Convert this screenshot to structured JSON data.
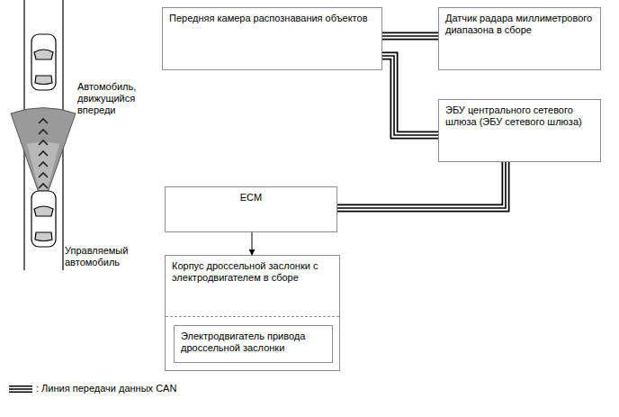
{
  "diagram": {
    "nodes": [
      {
        "text": [
          "Передняя камера распознавания объектов"
        ]
      },
      {
        "text": [
          "Датчик радара миллиметрового диапазона в сборе"
        ]
      },
      {
        "text": [
          "ЭБУ центрального сетевого шлюза (ЭБУ сетевого шлюза)"
        ]
      },
      {
        "text": [
          "ECM"
        ]
      },
      {
        "text": [
          "Корпус дроссельной заслонки с электродвигателем в сборе"
        ]
      },
      {
        "text": [
          "Электродвигатель привода дроссельной заслонки"
        ],
        "in": 4
      }
    ],
    "edges": [
      {
        "from": 0,
        "to": 1,
        "arrow": "none"
      },
      {
        "from": 0,
        "to": 2,
        "arrow": "none"
      },
      {
        "from": 2,
        "to": 3,
        "arrow": "none"
      },
      {
        "from": 3,
        "to": 4,
        "arrow": "to"
      }
    ],
    "labels": [
      "Автомобиль, движущийся впереди",
      "Управляемый автомобиль"
    ],
    "legend": [
      {
        "text": ": Линия передачи данных CAN"
      }
    ]
  }
}
